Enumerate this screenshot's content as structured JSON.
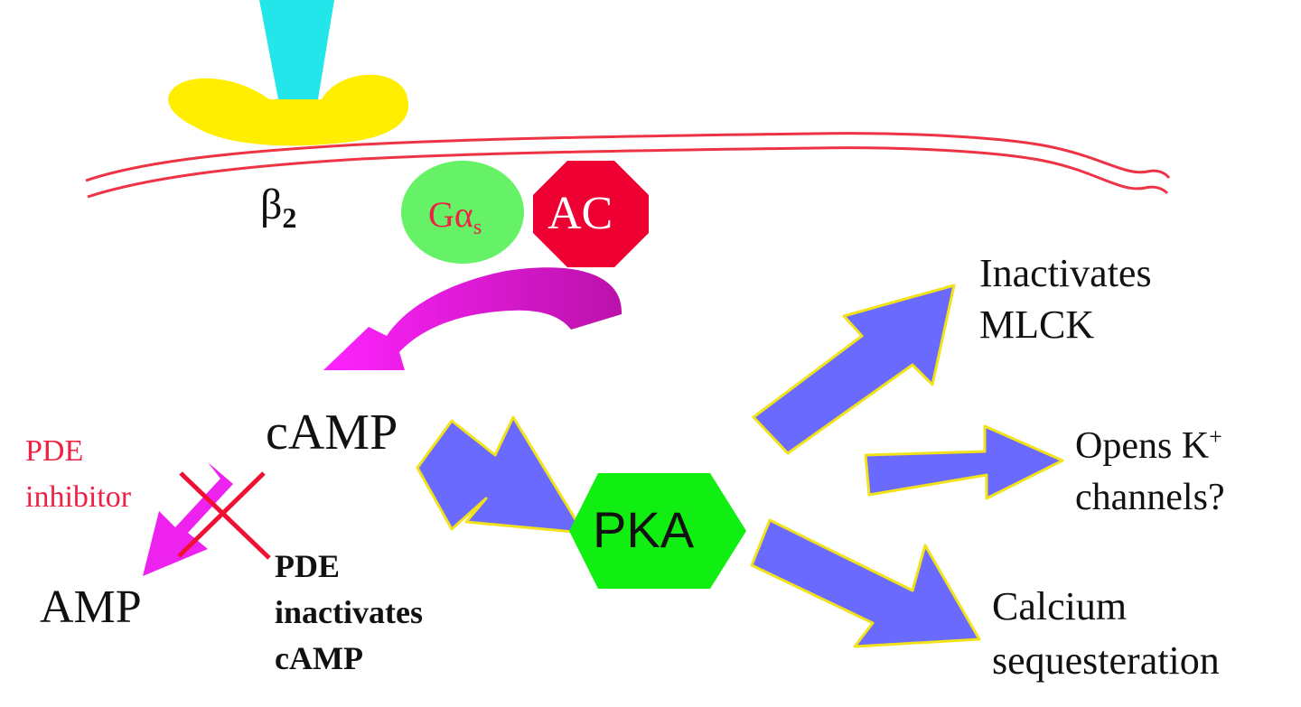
{
  "receptor": {
    "label": "β",
    "subscript": "2"
  },
  "g_protein": {
    "label": "Gα",
    "subscript": "s"
  },
  "adenylyl_cyclase": {
    "label": "AC"
  },
  "camp": {
    "label": "cAMP"
  },
  "pka": {
    "label": "PKA"
  },
  "pde_inhibitor": {
    "line1": "PDE",
    "line2": "inhibitor"
  },
  "amp": {
    "label": "AMP"
  },
  "pde_note": {
    "line1": "PDE",
    "line2": "inactivates",
    "line3": "cAMP"
  },
  "effects": {
    "mlck": {
      "line1": "Inactivates",
      "line2": "MLCK"
    },
    "k_channels": {
      "line1_pre": "Opens K",
      "line1_sup": "+",
      "line2": "channels?"
    },
    "calcium": {
      "line1": "Calcium",
      "line2": "sequesteration"
    }
  },
  "colors": {
    "ligand": "#22e6ea",
    "receptor_body": "#ffee00",
    "membrane": "#ee3344",
    "g_protein_fill": "#66f266",
    "g_protein_text": "#ee2244",
    "ac_fill": "#ee0033",
    "pka_fill": "#11ee11",
    "flow_arrow": "#6a6aff",
    "flow_arrow_outline": "#f2e21a",
    "curved_arrow": "#ee22ee",
    "inhibitor_cross": "#ee1133"
  }
}
